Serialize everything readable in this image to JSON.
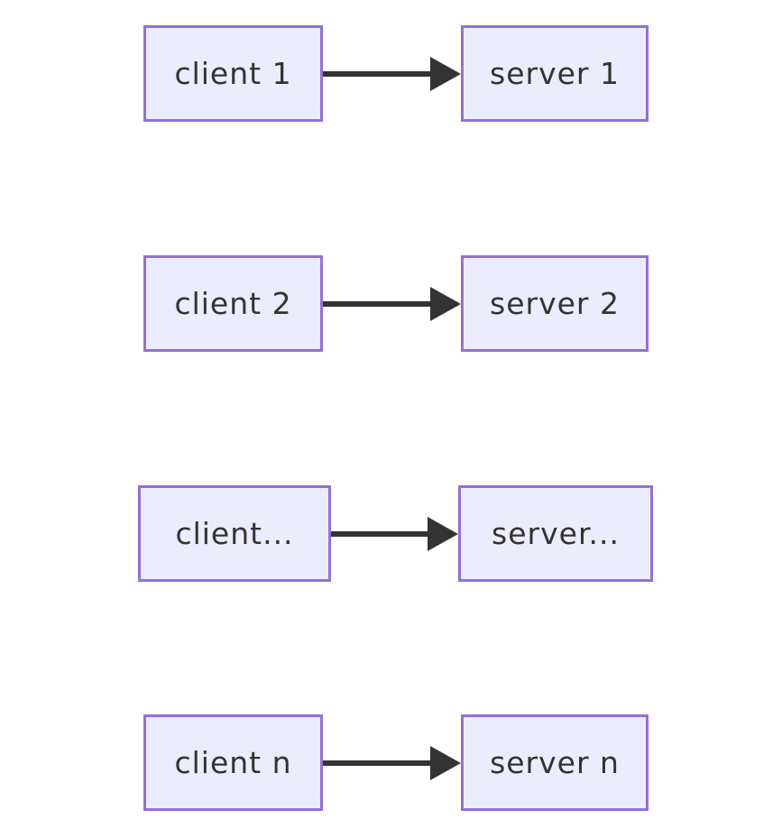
{
  "diagram": {
    "type": "flowchart-left-to-right",
    "colors": {
      "node_fill": "#ECECFF",
      "node_border": "#9370DB",
      "text": "#333333",
      "arrow": "#333333",
      "background": "#FFFFFF"
    },
    "rows": [
      {
        "client": "client 1",
        "server": "server 1"
      },
      {
        "client": "client 2",
        "server": "server 2"
      },
      {
        "client": "client...",
        "server": "server..."
      },
      {
        "client": "client n",
        "server": "server n"
      }
    ]
  }
}
